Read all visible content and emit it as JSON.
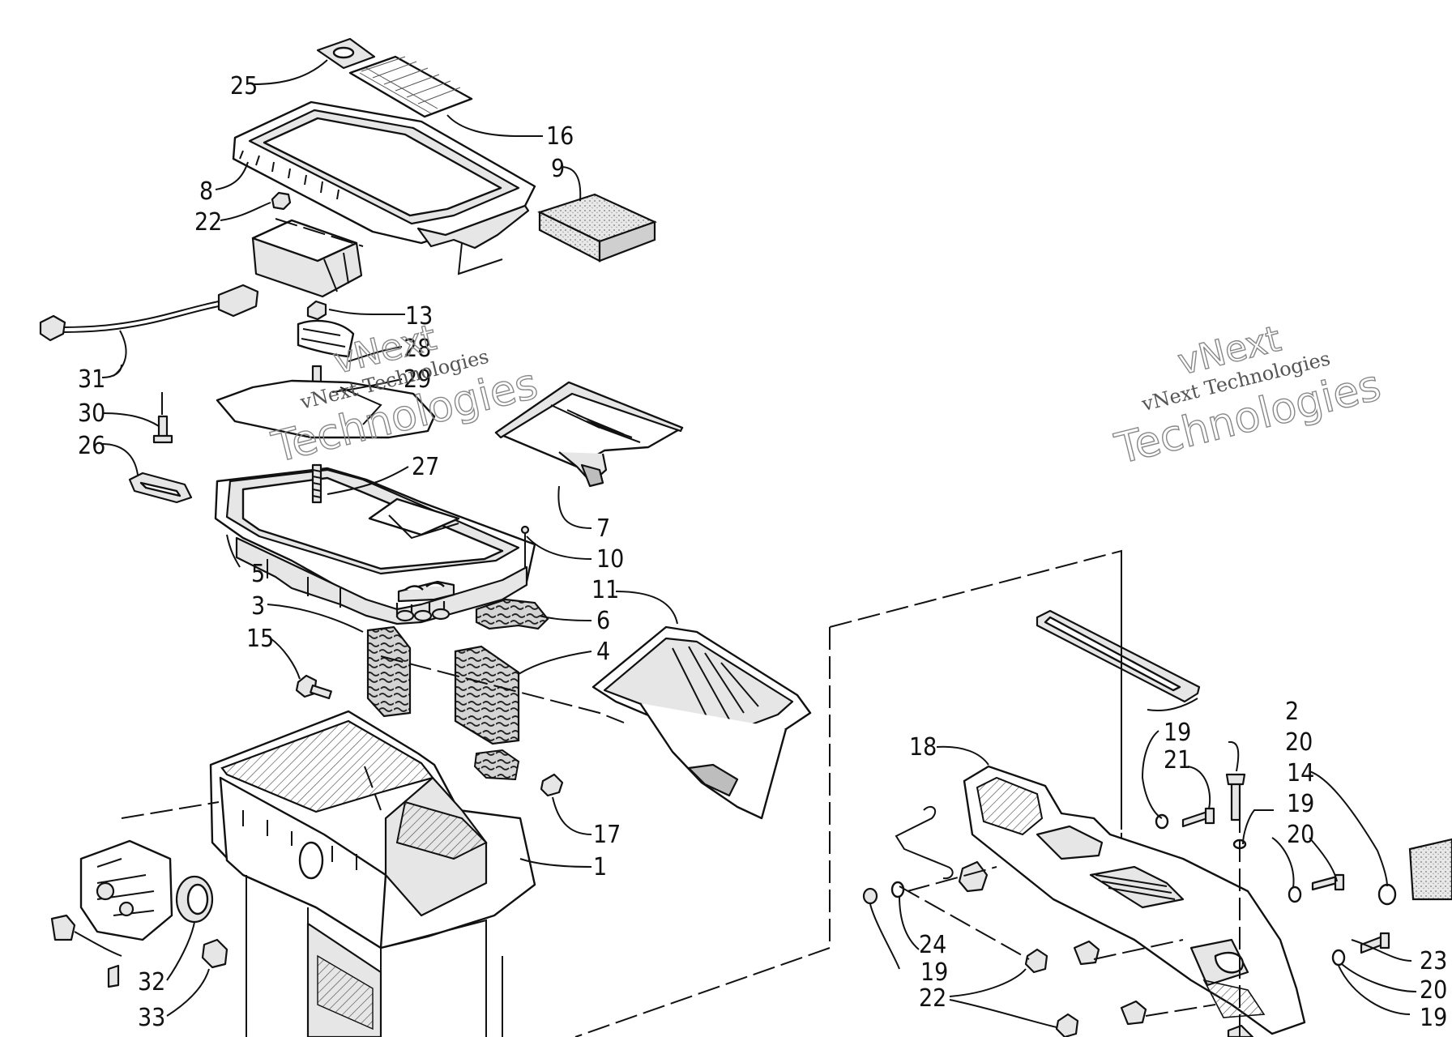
{
  "callouts": {
    "p1": "1",
    "p2": "2",
    "p3": "3",
    "p4": "4",
    "p5": "5",
    "p6": "6",
    "p7": "7",
    "p8": "8",
    "p9": "9",
    "p10": "10",
    "p11": "11",
    "p13": "13",
    "p14": "14",
    "p15": "15",
    "p16": "16",
    "p17": "17",
    "p18": "18",
    "p19a": "19",
    "p19b": "19",
    "p19c": "19",
    "p19d": "19",
    "p20a": "20",
    "p20b": "20",
    "p20c": "20",
    "p21": "21",
    "p22a": "22",
    "p22b": "22",
    "p23": "23",
    "p24": "24",
    "p25": "25",
    "p26": "26",
    "p27": "27",
    "p28": "28",
    "p29": "29",
    "p30": "30",
    "p31": "31",
    "p32": "32",
    "p33": "33"
  },
  "watermark": {
    "line1": "vNext",
    "line2": "vNext Technologies",
    "line3": "Technologies"
  }
}
